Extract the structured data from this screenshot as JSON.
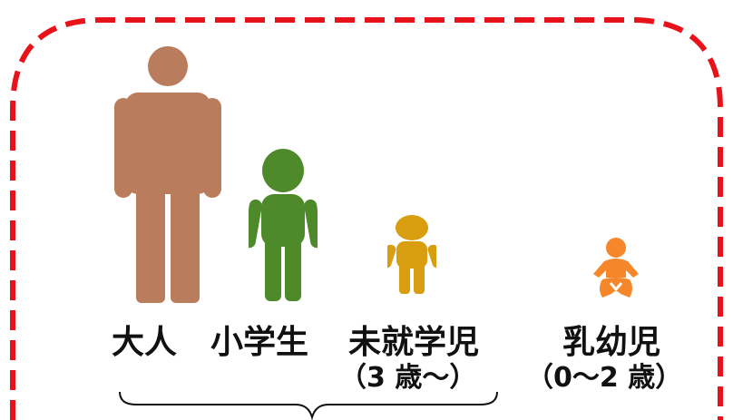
{
  "labels": {
    "adult": "大人",
    "elementary": "小学生",
    "preschool": "未就学児",
    "preschool_age": "（3 歳～）",
    "infant": "乳幼児",
    "infant_age": "（0～2 歳）"
  },
  "colors": {
    "border": "#e8131a",
    "adult": "#b97d5d",
    "elementary": "#4f8a2a",
    "preschool": "#d99e10",
    "infant": "#f5862a",
    "text": "#111111"
  },
  "icons": {
    "adult": "person-icon",
    "elementary": "child-icon",
    "preschool": "toddler-icon",
    "infant": "baby-icon"
  }
}
